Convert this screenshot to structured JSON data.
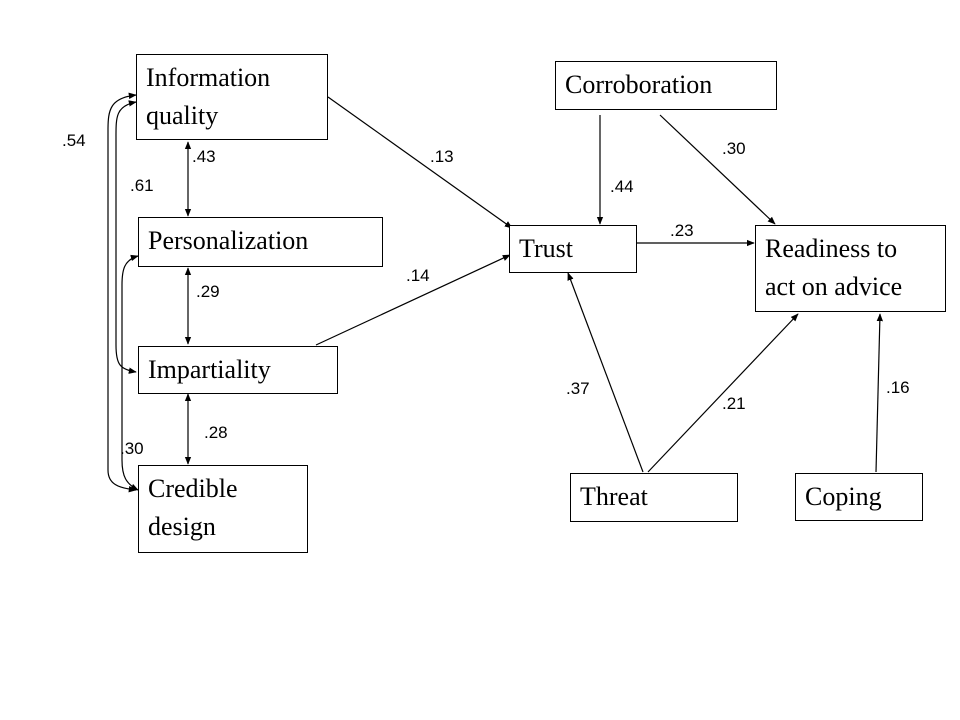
{
  "nodes": {
    "information_quality": {
      "line1": "Information",
      "line2": "quality"
    },
    "personalization": {
      "label": "Personalization"
    },
    "impartiality": {
      "label": "Impartiality"
    },
    "credible_design": {
      "line1": "Credible",
      "line2": "design"
    },
    "corroboration": {
      "label": "Corroboration"
    },
    "trust": {
      "label": "Trust"
    },
    "readiness": {
      "line1": "Readiness to",
      "line2": "act on advice"
    },
    "threat": {
      "label": "Threat"
    },
    "coping": {
      "label": "Coping"
    }
  },
  "paths": {
    "info_to_trust": ".13",
    "impartiality_to_trust": ".14",
    "corroboration_to_trust": ".44",
    "corroboration_to_readiness": ".30",
    "trust_to_readiness": ".23",
    "threat_to_trust": ".37",
    "threat_to_readiness": ".21",
    "coping_to_readiness": ".16"
  },
  "correlations": {
    "info_personalization": ".43",
    "personalization_impartiality": ".29",
    "impartiality_credible": ".28",
    "info_impartiality": ".61",
    "info_credible": ".54",
    "personalization_credible": ".30"
  }
}
